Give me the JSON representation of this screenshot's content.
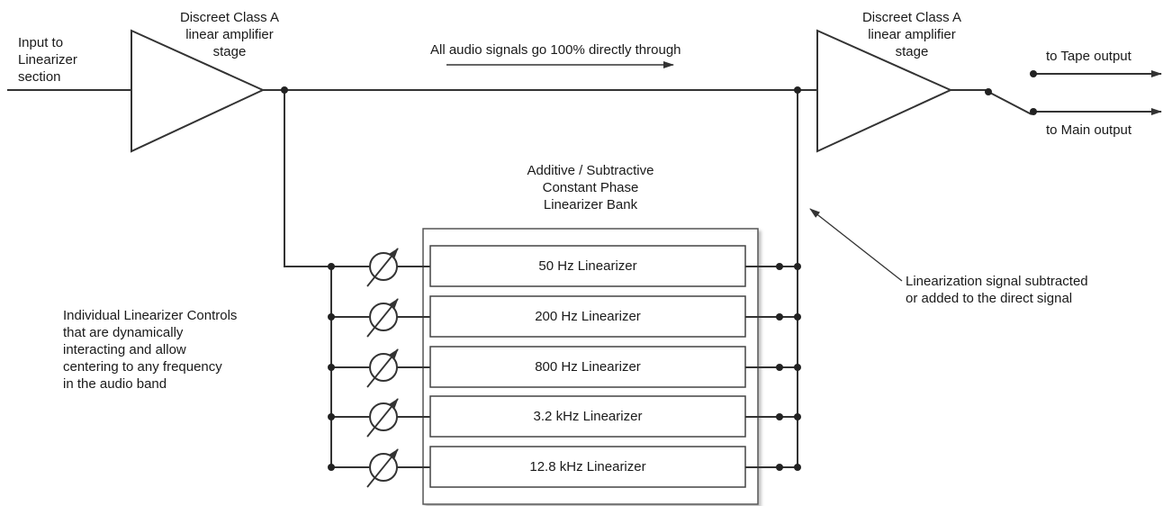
{
  "input_label": [
    "Input to",
    "Linearizer",
    "section"
  ],
  "amp1_label": [
    "Discreet Class A",
    "linear amplifier",
    "stage"
  ],
  "amp2_label": [
    "Discreet Class A",
    "linear amplifier",
    "stage"
  ],
  "direct_path_label": "All audio signals go 100% directly through",
  "outputs": {
    "tape": "to Tape output",
    "main": "to Main output"
  },
  "bank_title": [
    "Additive / Subtractive",
    "Constant Phase",
    "Linearizer Bank"
  ],
  "linearizers": [
    "50 Hz Linearizer",
    "200 Hz Linearizer",
    "800 Hz Linearizer",
    "3.2 kHz Linearizer",
    "12.8 kHz Linearizer"
  ],
  "controls_note": [
    "Individual Linearizer Controls",
    "that are dynamically",
    "interacting and allow",
    "centering to any frequency",
    "in the audio band"
  ],
  "linearization_note": [
    "Linearization signal subtracted",
    "or added to the direct signal"
  ],
  "colors": {
    "line": "#333333",
    "text": "#1a1a1a",
    "box_border": "#555555"
  }
}
